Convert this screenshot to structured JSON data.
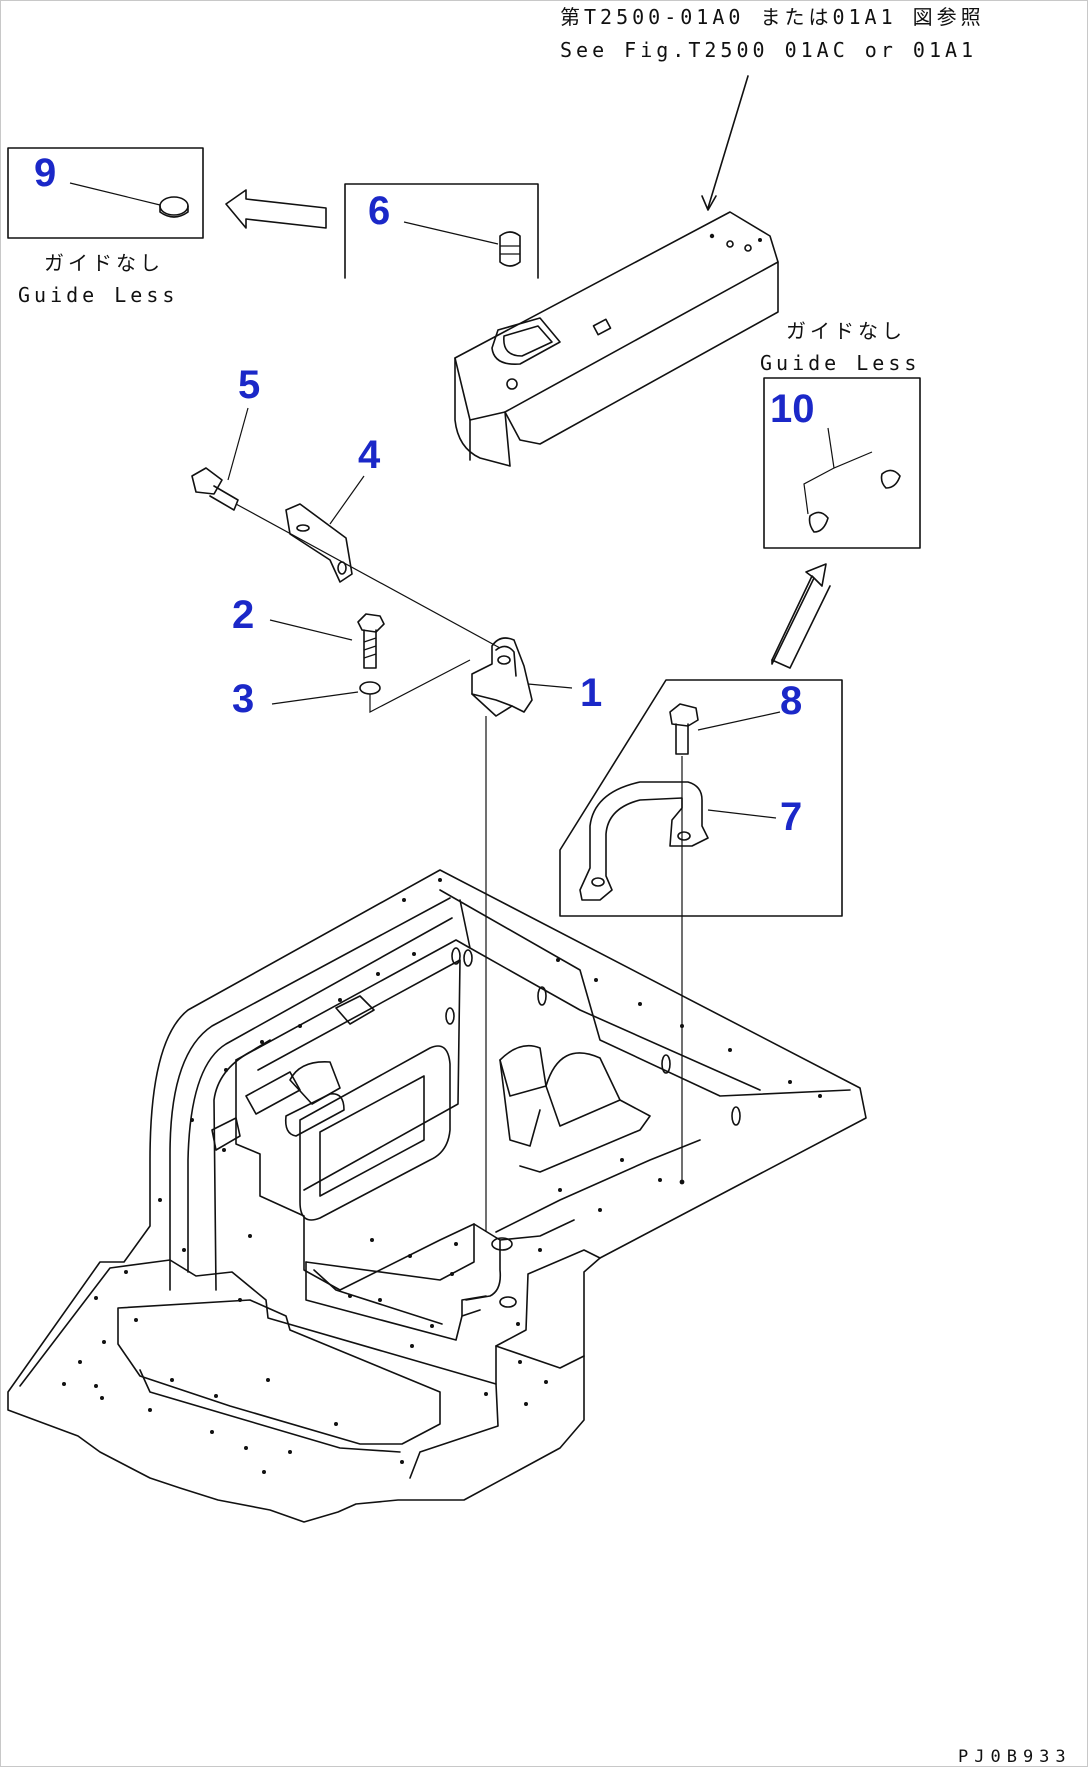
{
  "ref_note": {
    "line_jp": "第T2500-01A0 または01A1 図参照",
    "line_en": "See Fig.T2500 01AC or 01A1"
  },
  "callouts": {
    "c1": "1",
    "c2": "2",
    "c3": "3",
    "c4": "4",
    "c5": "5",
    "c6": "6",
    "c7": "7",
    "c8": "8",
    "c9": "9",
    "c10": "10"
  },
  "inset_left": {
    "label_jp": "ガイドなし",
    "label_en": "Guide Less"
  },
  "inset_right": {
    "label_jp": "ガイドなし",
    "label_en": "Guide Less"
  },
  "drawing_code": "PJ0B933",
  "colors": {
    "callout": "#1b28c8",
    "line": "#111111"
  }
}
